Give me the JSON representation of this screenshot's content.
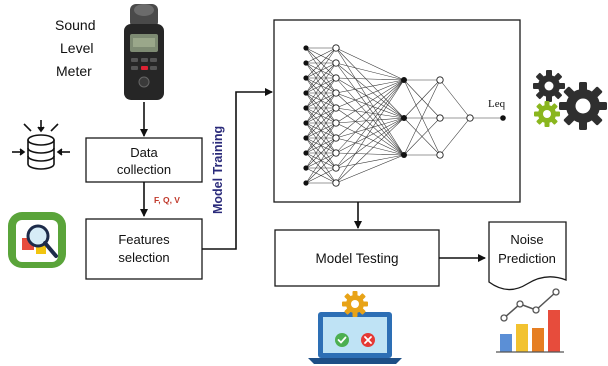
{
  "sound_level_meter": {
    "line1": "Sound",
    "line2": "Level",
    "line3": "Meter"
  },
  "data_collection": {
    "line1": "Data",
    "line2": "collection"
  },
  "features_note": "F, Q, V",
  "features_selection": {
    "line1": "Features",
    "line2": "selection"
  },
  "model_training": "Model Training",
  "network_output": "Leq",
  "model_testing": "Model Testing",
  "noise_prediction": {
    "line1": "Noise",
    "line2": "Prediction"
  },
  "colors": {
    "model_training_text": "#2a2a7a",
    "features_note_text": "#c0392b",
    "gear_dark": "#2f2f2f",
    "gear_green": "#8ab61e",
    "test_gear": "#e8a317",
    "laptop": "#2d6fb5",
    "check_green": "#4caf50",
    "cross_red": "#e53935",
    "bar_blue": "#5b8fd6",
    "bar_yellow": "#f2c230",
    "bar_orange": "#e67e22",
    "bar_red": "#e74c3c"
  },
  "icons": [
    "sound-level-meter-image",
    "database-icon",
    "magnifier-analysis-icon",
    "gears-icon",
    "laptop-testing-icon",
    "bar-chart-icon"
  ]
}
